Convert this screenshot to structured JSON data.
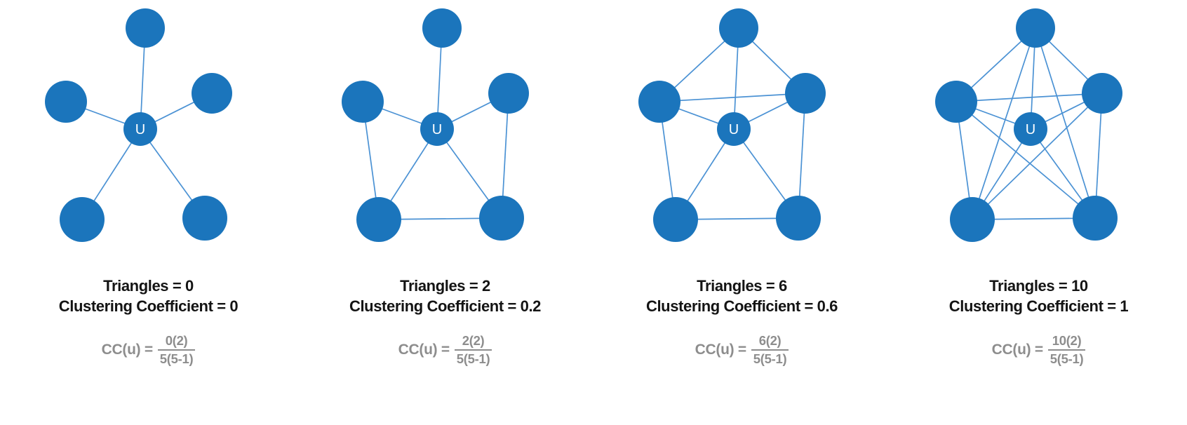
{
  "colors": {
    "node": "#1b75bc",
    "edge": "#4b92d4",
    "node_label": "#ffffff",
    "caption_text": "#141414",
    "formula_text": "#8d8d8d"
  },
  "panels": [
    {
      "center_label": "U",
      "triangles": 0,
      "clustering_coefficient": 0,
      "triangles_label": "Triangles = 0",
      "coefficient_label": "Clustering Coefficient = 0",
      "formula_lhs": "CC(u) =",
      "formula_numerator": "0(2)",
      "formula_denominator": "5(5-1)",
      "hub_edges": [
        [
          "u",
          "top"
        ],
        [
          "u",
          "ul"
        ],
        [
          "u",
          "ur"
        ],
        [
          "u",
          "bl"
        ],
        [
          "u",
          "br"
        ]
      ],
      "neighbor_edges": []
    },
    {
      "center_label": "U",
      "triangles": 2,
      "clustering_coefficient": 0.2,
      "triangles_label": "Triangles = 2",
      "coefficient_label": "Clustering Coefficient = 0.2",
      "formula_lhs": "CC(u) =",
      "formula_numerator": "2(2)",
      "formula_denominator": "5(5-1)",
      "hub_edges": [
        [
          "u",
          "top"
        ],
        [
          "u",
          "ul"
        ],
        [
          "u",
          "ur"
        ],
        [
          "u",
          "bl"
        ],
        [
          "u",
          "br"
        ]
      ],
      "neighbor_edges": [
        [
          "ul",
          "bl"
        ],
        [
          "ur",
          "br"
        ],
        [
          "bl",
          "br"
        ]
      ]
    },
    {
      "center_label": "U",
      "triangles": 6,
      "clustering_coefficient": 0.6,
      "triangles_label": "Triangles = 6",
      "coefficient_label": "Clustering Coefficient = 0.6",
      "formula_lhs": "CC(u) =",
      "formula_numerator": "6(2)",
      "formula_denominator": "5(5-1)",
      "hub_edges": [
        [
          "u",
          "top"
        ],
        [
          "u",
          "ul"
        ],
        [
          "u",
          "ur"
        ],
        [
          "u",
          "bl"
        ],
        [
          "u",
          "br"
        ]
      ],
      "neighbor_edges": [
        [
          "top",
          "ul"
        ],
        [
          "top",
          "ur"
        ],
        [
          "ul",
          "ur"
        ],
        [
          "ul",
          "bl"
        ],
        [
          "ur",
          "br"
        ],
        [
          "bl",
          "br"
        ]
      ]
    },
    {
      "center_label": "U",
      "triangles": 10,
      "clustering_coefficient": 1,
      "triangles_label": "Triangles = 10",
      "coefficient_label": "Clustering Coefficient = 1",
      "formula_lhs": "CC(u) =",
      "formula_numerator": "10(2)",
      "formula_denominator": "5(5-1)",
      "hub_edges": [
        [
          "u",
          "top"
        ],
        [
          "u",
          "ul"
        ],
        [
          "u",
          "ur"
        ],
        [
          "u",
          "bl"
        ],
        [
          "u",
          "br"
        ]
      ],
      "neighbor_edges": [
        [
          "top",
          "ul"
        ],
        [
          "top",
          "ur"
        ],
        [
          "ul",
          "ur"
        ],
        [
          "ul",
          "bl"
        ],
        [
          "ur",
          "br"
        ],
        [
          "bl",
          "br"
        ],
        [
          "ul",
          "br"
        ],
        [
          "ur",
          "bl"
        ],
        [
          "top",
          "bl"
        ],
        [
          "top",
          "br"
        ]
      ]
    }
  ]
}
